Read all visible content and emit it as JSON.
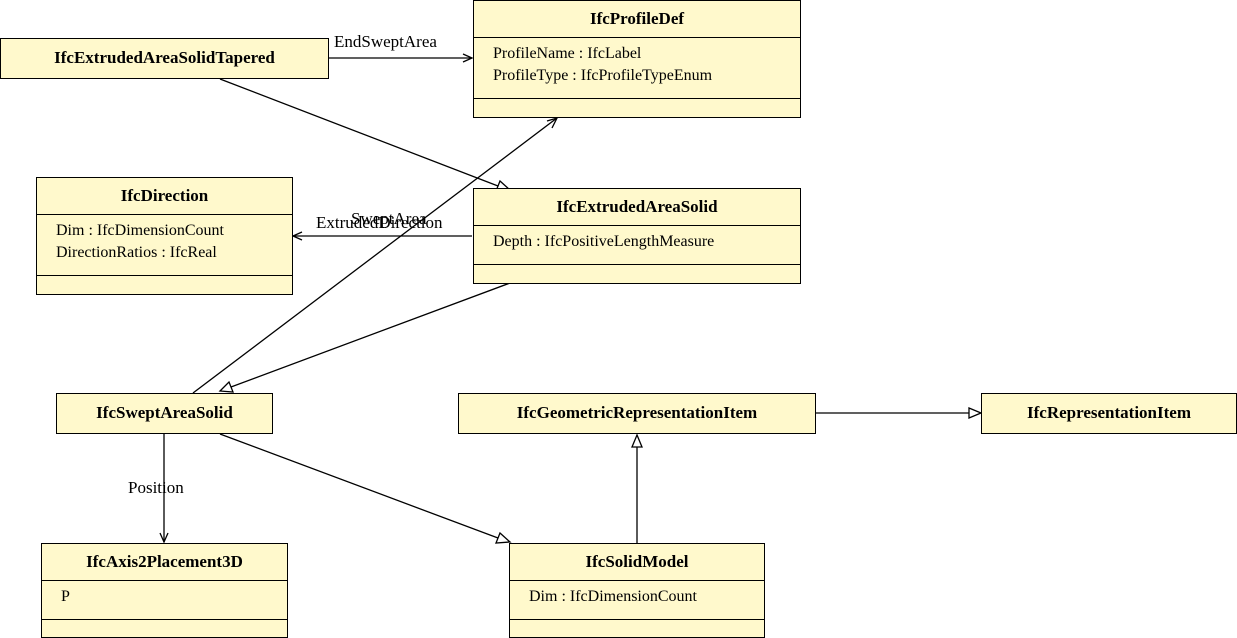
{
  "classes": {
    "profiledef": {
      "name": "IfcProfileDef",
      "attributes": [
        "ProfileName : IfcLabel",
        "ProfileType : IfcProfileTypeEnum"
      ]
    },
    "tapered": {
      "name": "IfcExtrudedAreaSolidTapered"
    },
    "direction": {
      "name": "IfcDirection",
      "attributes": [
        "Dim : IfcDimensionCount",
        "DirectionRatios : IfcReal"
      ]
    },
    "extruded": {
      "name": "IfcExtrudedAreaSolid",
      "attributes": [
        "Depth : IfcPositiveLengthMeasure"
      ]
    },
    "swept": {
      "name": "IfcSweptAreaSolid"
    },
    "geomrep": {
      "name": "IfcGeometricRepresentationItem"
    },
    "repitem": {
      "name": "IfcRepresentationItem"
    },
    "axis": {
      "name": "IfcAxis2Placement3D",
      "attributes": [
        "P"
      ]
    },
    "solid": {
      "name": "IfcSolidModel",
      "attributes": [
        "Dim : IfcDimensionCount"
      ]
    }
  },
  "associations": {
    "end_swept_area": "EndSweptArea",
    "swept_area": "SweptArea",
    "extruded_direction": "ExtrudedDirection",
    "position": "Position"
  }
}
